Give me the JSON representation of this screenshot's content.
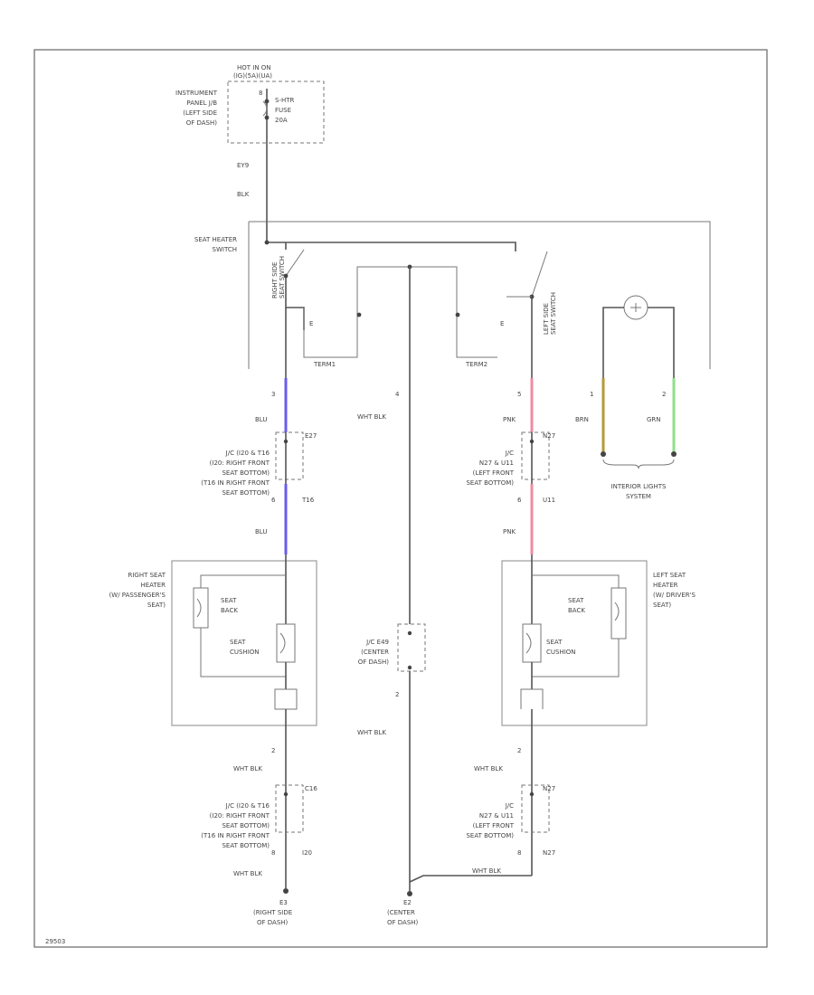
{
  "colors": {
    "blu": "#6a5cf0",
    "pnk": "#f08aa0",
    "brn": "#b69a36",
    "grn": "#8fe08a",
    "wire": "#555555"
  },
  "fuse": {
    "hot_label_1": "HOT IN ON",
    "hot_label_2": "(IG)(5A)(UA)",
    "location": [
      "INSTRUMENT",
      "PANEL J/B",
      "(LEFT SIDE",
      "OF DASH)"
    ],
    "name": [
      "S-HTR",
      "FUSE",
      "20A"
    ],
    "pin": "8"
  },
  "wires_top": {
    "connector": "EY9",
    "color": "BLK"
  },
  "switch": {
    "title": [
      "SEAT HEATER",
      "SWITCH"
    ],
    "right_label": [
      "RIGHT SIDE",
      "SEAT SWITCH"
    ],
    "left_label": [
      "LEFT SIDE",
      "SEAT SWITCH"
    ],
    "pin_r": "E",
    "pin_l": "E",
    "term_r": "TERM1",
    "term_l": "TERM2"
  },
  "right_chain": {
    "pin_top": "3",
    "color_top": "BLU",
    "jc_connector": "E27",
    "jc_label": [
      "J/C (I20 & T16",
      "(I20: RIGHT FRONT",
      "SEAT BOTTOM)",
      "(T16 IN RIGHT FRONT",
      "SEAT BOTTOM)"
    ],
    "pin_mid": "6",
    "conn_mid": "T16",
    "color_mid": "BLU",
    "heater_title": [
      "RIGHT SEAT",
      "HEATER",
      "(W/ PASSENGER'S",
      "SEAT)"
    ],
    "seat_back": [
      "SEAT",
      "BACK"
    ],
    "seat_cushion": [
      "SEAT",
      "CUSHION"
    ],
    "pin_bot": "2",
    "color_bot": "WHT BLK",
    "jc2_connector": "C16",
    "jc2_label": [
      "J/C (I20 & T16",
      "(I20: RIGHT FRONT",
      "SEAT BOTTOM)",
      "(T16 IN RIGHT FRONT",
      "SEAT BOTTOM)"
    ],
    "pin_bot2": "8",
    "conn_bot2": "I20",
    "color_bot2": "WHT BLK",
    "ground": "E3",
    "ground_label": [
      "(RIGHT SIDE",
      "OF DASH)"
    ]
  },
  "center_chain": {
    "pin_top": "4",
    "color_top": "WHT BLK",
    "jc_label": [
      "J/C E49",
      "(CENTER",
      "OF DASH)"
    ],
    "jc_pin": "2",
    "color_bot": "WHT BLK",
    "ground": "E2",
    "ground_label": [
      "(CENTER",
      "OF DASH)"
    ]
  },
  "left_chain": {
    "pin_top": "5",
    "color_top": "PNK",
    "jc_connector": "N27",
    "jc_label": [
      "J/C",
      "N27 & U11",
      "(LEFT FRONT",
      "SEAT BOTTOM)"
    ],
    "pin_mid": "6",
    "conn_mid": "U11",
    "color_mid": "PNK",
    "heater_title": [
      "LEFT SEAT",
      "HEATER",
      "(W/ DRIVER'S",
      "SEAT)"
    ],
    "seat_back": [
      "SEAT",
      "BACK"
    ],
    "seat_cushion": [
      "SEAT",
      "CUSHION"
    ],
    "pin_bot": "2",
    "color_bot": "WHT BLK",
    "jc2_connector": "N27",
    "jc2_label": [
      "J/C",
      "N27 & U11",
      "(LEFT FRONT",
      "SEAT BOTTOM)"
    ],
    "pin_bot2": "8",
    "conn_bot2": "N27",
    "color_bot2": "WHT BLK"
  },
  "lights": {
    "pin_1": "1",
    "pin_2": "2",
    "color_1": "BRN",
    "color_2": "GRN",
    "label": [
      "INTERIOR LIGHTS",
      "SYSTEM"
    ]
  },
  "footer_code": "29503"
}
